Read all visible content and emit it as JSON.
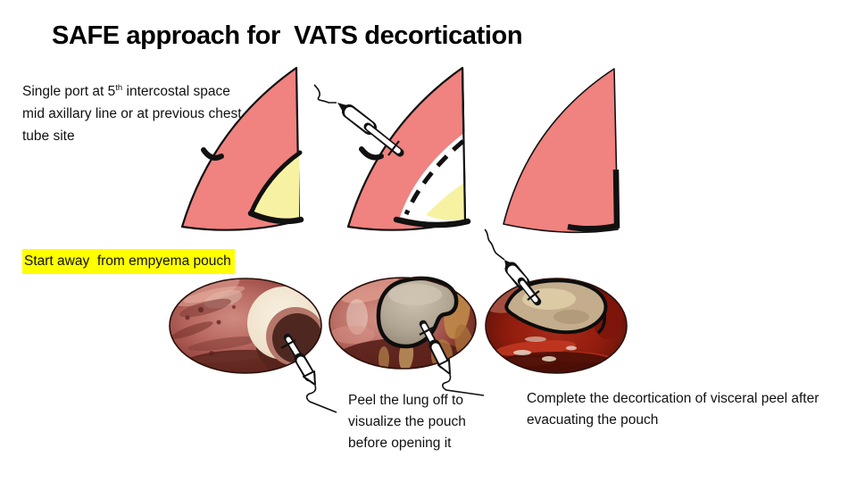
{
  "slide": {
    "title": "SAFE approach for  VATS decortication",
    "colors": {
      "lung_pink": "#F0827F",
      "pouch_yellow": "#F7F2A2",
      "highlight": "#FFFF00",
      "outline": "#111111"
    },
    "annotations": {
      "port_note_part1": "Single port at 5",
      "port_note_sup": "th",
      "port_note_part2": " intercostal space mid axillary line or at previous chest tube site",
      "start_note": "Start away  from empyema pouch",
      "peel_note": "Peel the lung off to visualize the pouch before opening it",
      "complete_note": "Complete the decortication of visceral peel after evacuating the pouch"
    }
  }
}
